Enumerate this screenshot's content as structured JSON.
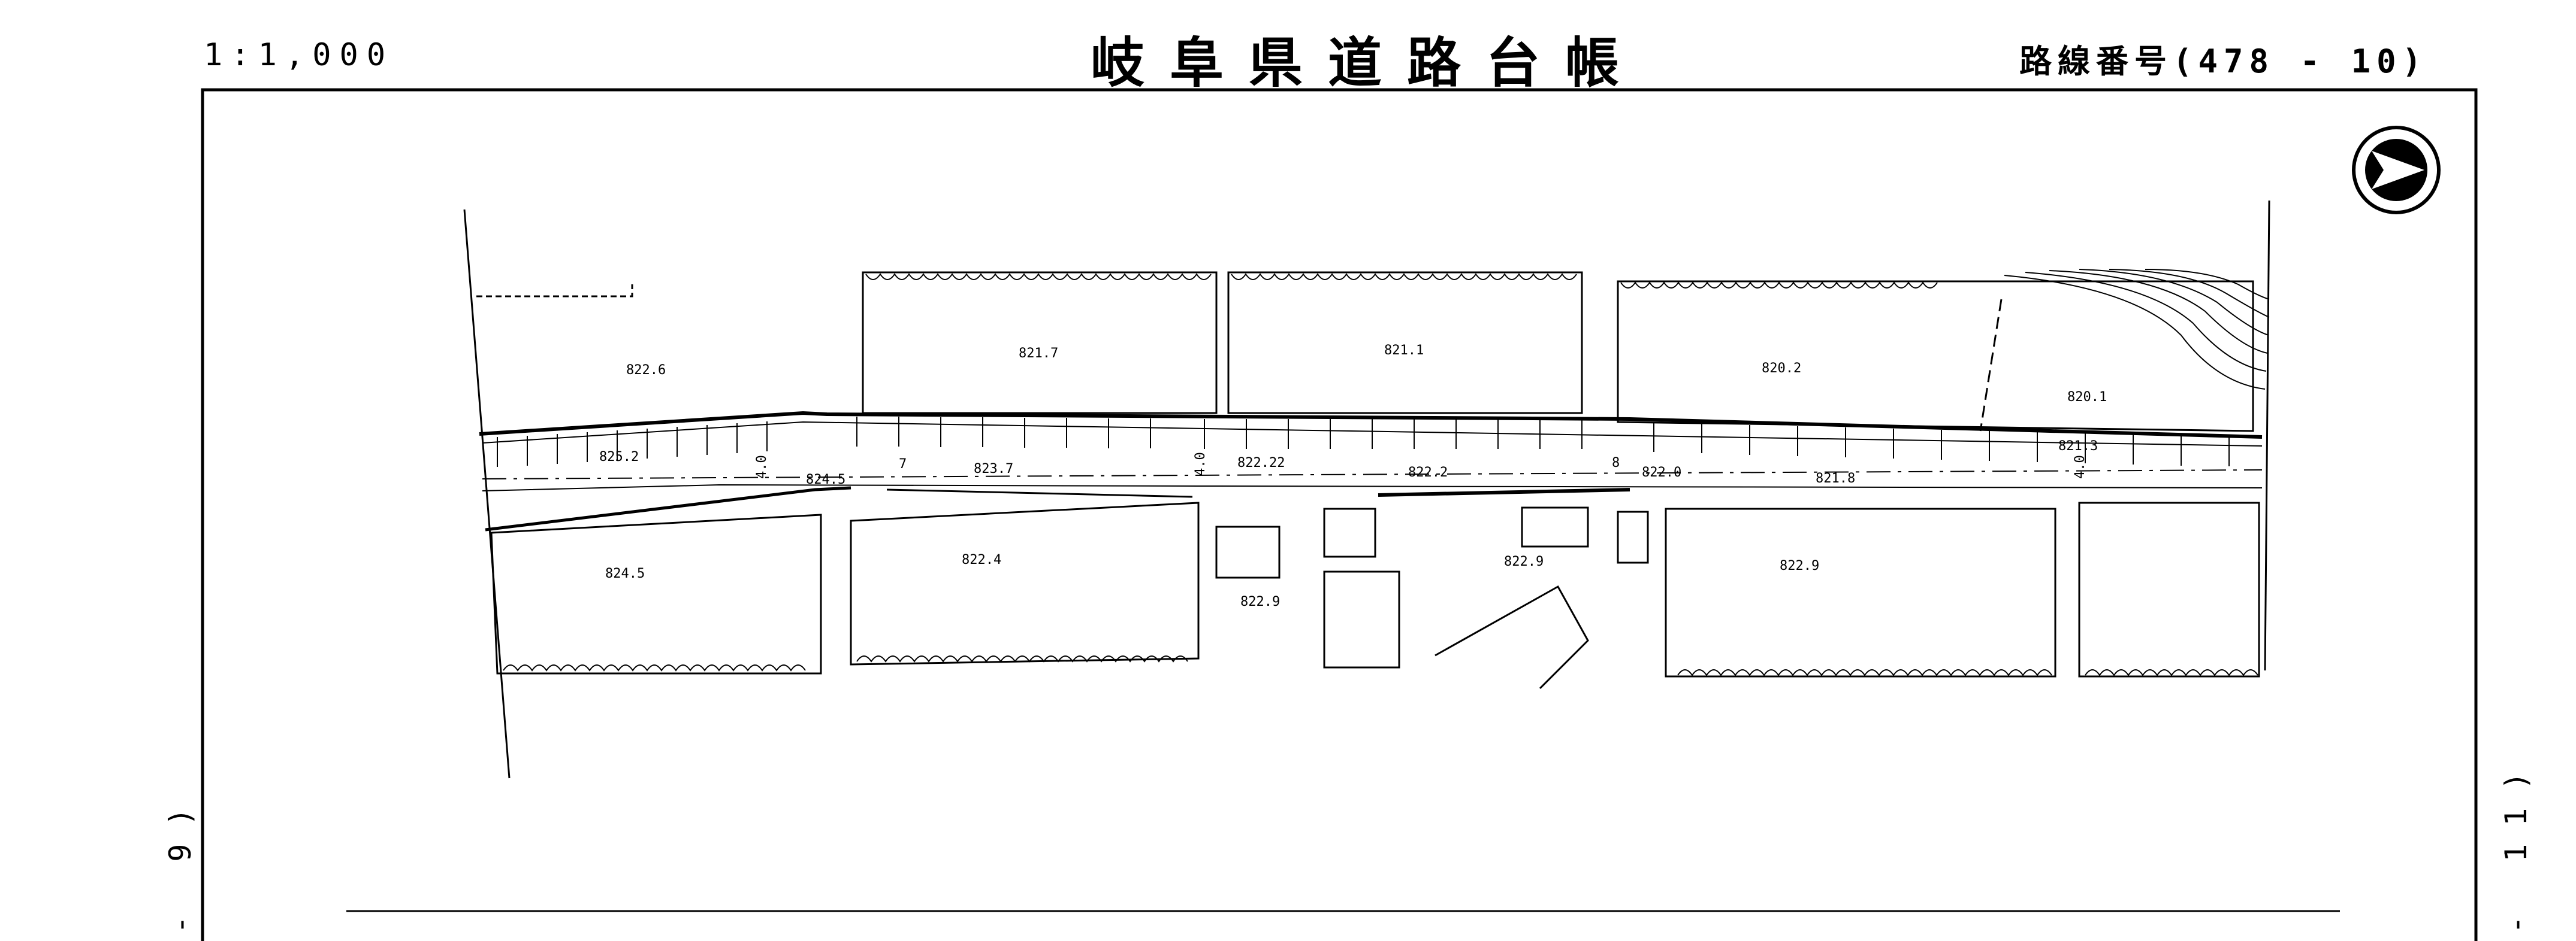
{
  "header": {
    "scale": "1:1,000",
    "title": "岐阜県道路台帳",
    "route_label": "路線番号",
    "route_number": "(478 - 10)"
  },
  "margins": {
    "left_page_ref": "- 9)",
    "right_page_ref": "- 11)"
  },
  "map": {
    "elevations": [
      {
        "id": "822-6",
        "text": "822.6"
      },
      {
        "id": "821-7",
        "text": "821.7"
      },
      {
        "id": "821-1",
        "text": "821.1"
      },
      {
        "id": "820-2",
        "text": "820.2"
      },
      {
        "id": "820-1",
        "text": "820.1"
      },
      {
        "id": "825-2",
        "text": "825.2"
      },
      {
        "id": "824-5-road",
        "text": "824.5"
      },
      {
        "id": "823-7",
        "text": "823.7"
      },
      {
        "id": "822-22",
        "text": "822.22"
      },
      {
        "id": "822-2",
        "text": "822.2"
      },
      {
        "id": "822-0",
        "text": "822.0"
      },
      {
        "id": "821-8",
        "text": "821.8"
      },
      {
        "id": "821-3",
        "text": "821.3"
      },
      {
        "id": "824-5",
        "text": "824.5"
      },
      {
        "id": "822-4",
        "text": "822.4"
      },
      {
        "id": "822-9-a",
        "text": "822.9"
      },
      {
        "id": "822-9-b",
        "text": "822.9"
      },
      {
        "id": "822-9-c",
        "text": "822.9"
      }
    ],
    "road_widths": [
      {
        "id": "w1",
        "text": "4.0"
      },
      {
        "id": "w2",
        "text": "4.0"
      },
      {
        "id": "w3",
        "text": "4.0"
      }
    ],
    "chainage_marks": [
      {
        "id": "c7",
        "text": "7"
      },
      {
        "id": "c8",
        "text": "8"
      }
    ],
    "north_arrow": "north-arrow-icon"
  }
}
